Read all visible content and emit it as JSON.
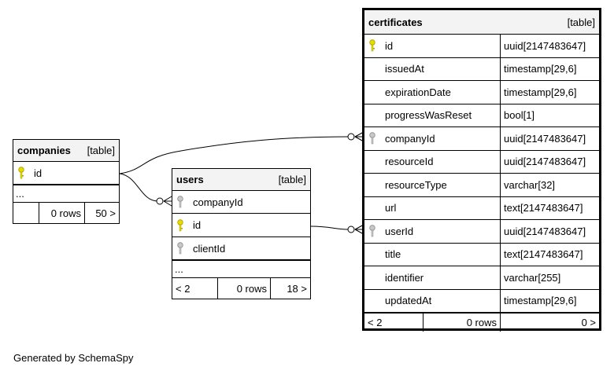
{
  "tables": {
    "companies": {
      "name": "companies",
      "tag": "[table]",
      "columns": [
        {
          "name": "id",
          "key": "primary"
        }
      ],
      "ellipsis": "...",
      "footer": {
        "parents": "",
        "rows": "0 rows",
        "children": "50 >"
      }
    },
    "users": {
      "name": "users",
      "tag": "[table]",
      "columns": [
        {
          "name": "companyId",
          "key": "foreign"
        },
        {
          "name": "id",
          "key": "primary"
        },
        {
          "name": "clientId",
          "key": "foreign"
        }
      ],
      "ellipsis": "...",
      "footer": {
        "parents": "< 2",
        "rows": "0 rows",
        "children": "18 >"
      }
    },
    "certificates": {
      "name": "certificates",
      "tag": "[table]",
      "columns": [
        {
          "name": "id",
          "type": "uuid[2147483647]",
          "key": "primary"
        },
        {
          "name": "issuedAt",
          "type": "timestamp[29,6]",
          "key": ""
        },
        {
          "name": "expirationDate",
          "type": "timestamp[29,6]",
          "key": ""
        },
        {
          "name": "progressWasReset",
          "type": "bool[1]",
          "key": ""
        },
        {
          "name": "companyId",
          "type": "uuid[2147483647]",
          "key": "foreign"
        },
        {
          "name": "resourceId",
          "type": "uuid[2147483647]",
          "key": ""
        },
        {
          "name": "resourceType",
          "type": "varchar[32]",
          "key": ""
        },
        {
          "name": "url",
          "type": "text[2147483647]",
          "key": ""
        },
        {
          "name": "userId",
          "type": "uuid[2147483647]",
          "key": "foreign"
        },
        {
          "name": "title",
          "type": "text[2147483647]",
          "key": ""
        },
        {
          "name": "identifier",
          "type": "varchar[255]",
          "key": ""
        },
        {
          "name": "updatedAt",
          "type": "timestamp[29,6]",
          "key": ""
        }
      ],
      "footer": {
        "parents": "< 2",
        "rows": "0 rows",
        "children": "0 >"
      }
    }
  },
  "caption": "Generated by SchemaSpy",
  "colors": {
    "primary_key": "#e6dc00",
    "foreign_key": "#b4b4b4",
    "header_bg": "#f3f3f3"
  }
}
